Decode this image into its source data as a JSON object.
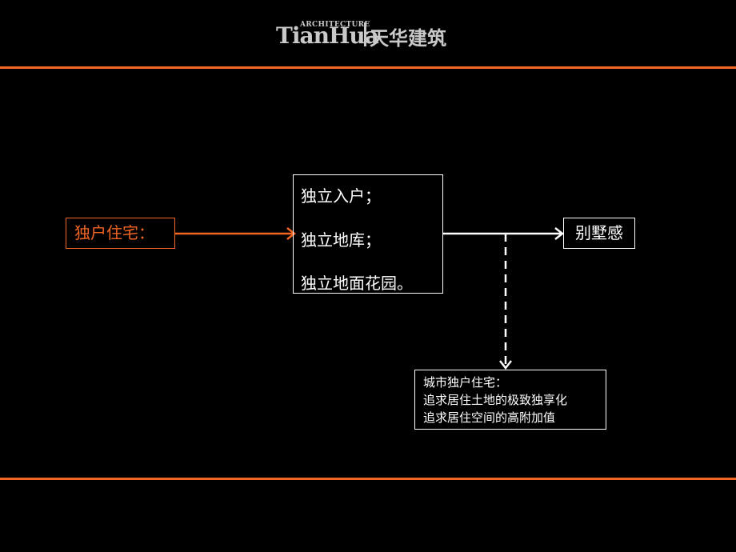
{
  "header": {
    "logo_architecture": "ARCHITECTURE",
    "logo_latin": "TianHua",
    "logo_chinese": "天华建筑"
  },
  "diagram": {
    "source": "独户住宅：",
    "features": [
      "独立入户；",
      "独立地库；",
      "独立地面花园。"
    ],
    "result": "别墅感",
    "note": [
      "城市独户住宅：",
      "追求居住土地的极致独享化",
      "追求居住空间的高附加值"
    ]
  },
  "colors": {
    "background": "#000000",
    "accent": "#f26522",
    "foreground": "#ffffff"
  }
}
